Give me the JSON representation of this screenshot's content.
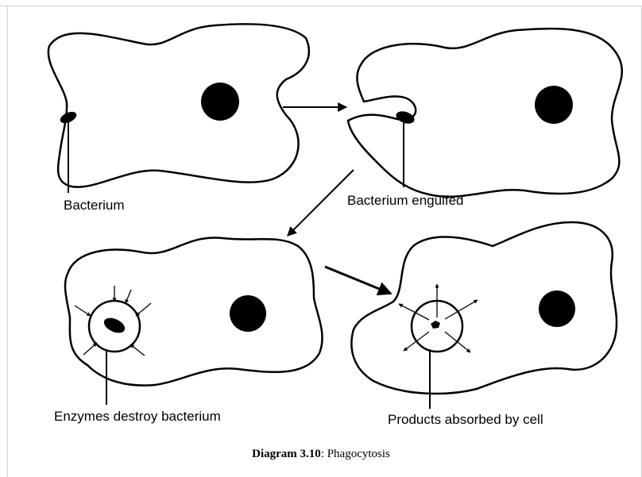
{
  "diagram": {
    "labels": {
      "bacterium": "Bacterium",
      "engulfed": "Bacterium engulfed",
      "enzymes": "Enzymes destroy bacterium",
      "products": "Products absorbed by cell"
    }
  },
  "caption": {
    "number": "Diagram 3.10",
    "separator": ": ",
    "title": "Phagocytosis"
  }
}
